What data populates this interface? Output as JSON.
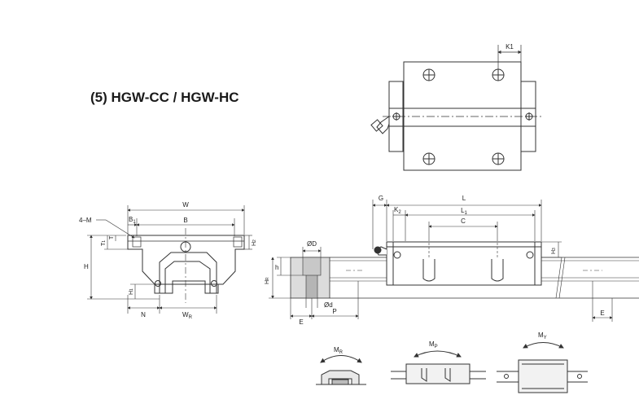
{
  "title": "(5) HGW-CC / HGW-HC",
  "top_view": {
    "k1": "K1"
  },
  "front_view": {
    "w": "W",
    "b1": "B",
    "b1_sub": "1",
    "b": "B",
    "t1": "T",
    "t1_sub": "1",
    "t": "T",
    "h2": "H",
    "h2_sub": "2",
    "h": "H",
    "h1": "H",
    "h1_sub": "1",
    "n": "N",
    "wr": "W",
    "wr_sub": "R",
    "m": "4–M"
  },
  "side_view": {
    "g": "G",
    "l": "L",
    "k2": "K",
    "k2_sub": "2",
    "l1": "L",
    "l1_sub": "1",
    "c": "C",
    "h3": "H",
    "h3_sub": "3",
    "od": "ØD",
    "h_small": "h",
    "hr": "H",
    "hr_sub": "R",
    "d": "Ød",
    "e": "E",
    "p": "P",
    "e2": "E"
  },
  "moments": {
    "mr": "M",
    "mr_sub": "R",
    "mp": "M",
    "mp_sub": "P",
    "my": "M",
    "my_sub": "Y"
  }
}
